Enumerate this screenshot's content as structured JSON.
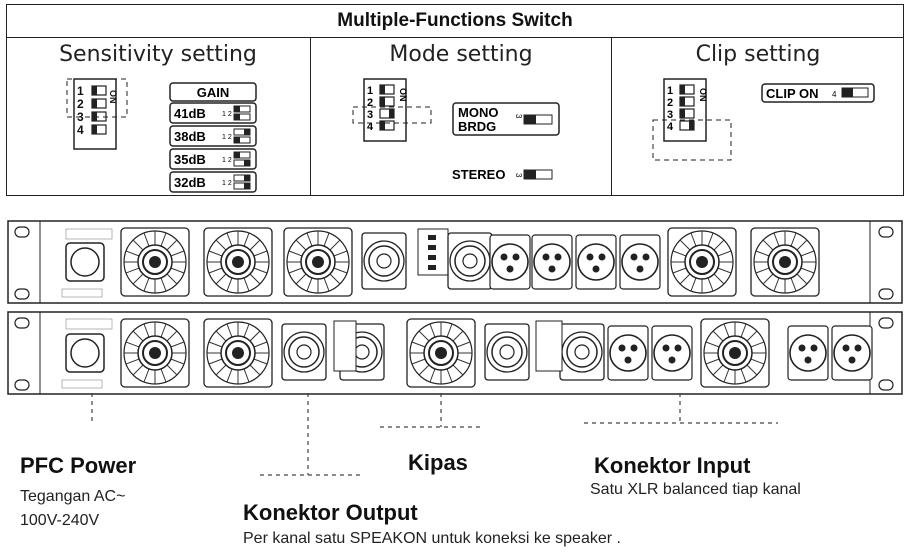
{
  "header": {
    "title": "Multiple-Functions Switch"
  },
  "sections": {
    "sensitivity": {
      "title": "Sensitivity setting"
    },
    "mode": {
      "title": "Mode setting"
    },
    "clip": {
      "title": "Clip setting"
    }
  },
  "switch": {
    "on_label": "ON",
    "positions": [
      "1",
      "2",
      "3",
      "4"
    ]
  },
  "gain": {
    "heading": "GAIN",
    "rows": [
      {
        "label": "41dB",
        "pins": "1 2"
      },
      {
        "label": "38dB",
        "pins": "1 2"
      },
      {
        "label": "35dB",
        "pins": "1 2"
      },
      {
        "label": "32dB",
        "pins": "1 2"
      }
    ]
  },
  "mode": {
    "mono_label": "MONO",
    "brdg_label": "BRDG",
    "stereo_label": "STEREO",
    "pin": "3"
  },
  "clip": {
    "label": "CLIP ON",
    "pin": "4"
  },
  "callouts": {
    "pfc": {
      "title": "PFC Power",
      "line1": "Tegangan AC~",
      "line2": "100V-240V"
    },
    "output": {
      "title": "Konektor Output",
      "desc": "Per kanal satu SPEAKON untuk koneksi ke speaker ."
    },
    "fan": {
      "title": "Kipas"
    },
    "input": {
      "title": "Konektor Input",
      "desc": "Satu XLR balanced tiap kanal"
    }
  }
}
